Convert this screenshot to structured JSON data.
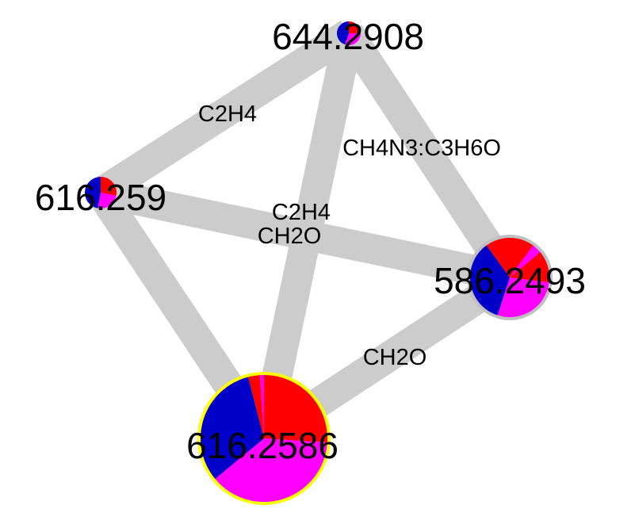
{
  "colors": {
    "edge": "#cccccc",
    "red": "#ff0000",
    "blue": "#0000c8",
    "magenta": "#ff00ff",
    "gray_ring": "#c0c0c0",
    "yellow_ring": "#ffff00"
  },
  "nodes": [
    {
      "id": "n644",
      "label": "644.2908",
      "slices": [
        {
          "color": "red",
          "frac": 0.25
        },
        {
          "color": "magenta",
          "frac": 0.3
        },
        {
          "color": "blue",
          "frac": 0.45
        }
      ]
    },
    {
      "id": "n616259",
      "label": "616.259",
      "slices": [
        {
          "color": "red",
          "frac": 0.28
        },
        {
          "color": "magenta",
          "frac": 0.25
        },
        {
          "color": "blue",
          "frac": 0.47
        }
      ]
    },
    {
      "id": "n586",
      "label": "586.2493",
      "ring": "gray_ring",
      "slices": [
        {
          "color": "red",
          "frac": 0.1
        },
        {
          "color": "magenta",
          "frac": 0.04
        },
        {
          "color": "red",
          "frac": 0.13
        },
        {
          "color": "magenta",
          "frac": 0.28
        },
        {
          "color": "blue",
          "frac": 0.35
        },
        {
          "color": "red",
          "frac": 0.1
        }
      ]
    },
    {
      "id": "n616258",
      "label": "616.2586",
      "ring": "yellow_ring",
      "slices": [
        {
          "color": "red",
          "frac": 0.26
        },
        {
          "color": "magenta",
          "frac": 0.38
        },
        {
          "color": "blue",
          "frac": 0.32
        },
        {
          "color": "red",
          "frac": 0.03
        },
        {
          "color": "magenta",
          "frac": 0.01
        }
      ]
    }
  ],
  "edges": [
    {
      "id": "e1",
      "source": "n644",
      "target": "n616259",
      "label": "C2H4"
    },
    {
      "id": "e2",
      "source": "n644",
      "target": "n586",
      "label": "CH4N3:C3H6O"
    },
    {
      "id": "e3",
      "source": "n644",
      "target": "n616258",
      "label": "C2H4"
    },
    {
      "id": "e4",
      "source": "n616259",
      "target": "n586",
      "label": "CH2O"
    },
    {
      "id": "e5",
      "source": "n616259",
      "target": "n616258",
      "label": ""
    },
    {
      "id": "e6",
      "source": "n586",
      "target": "n616258",
      "label": "CH2O"
    }
  ]
}
